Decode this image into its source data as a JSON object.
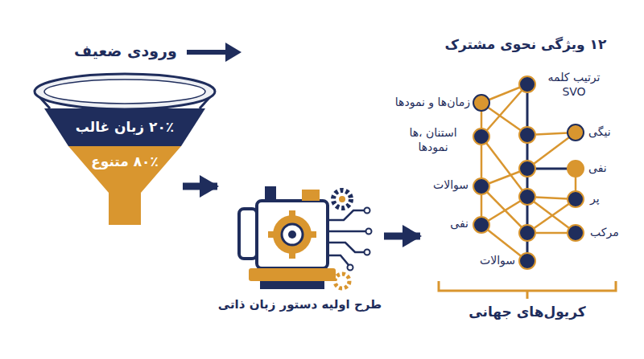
{
  "diagram": {
    "nodes": [
      {
        "text": [
          "۲۰٪ زبان غالب"
        ]
      },
      {
        "text": [
          "۸۰٪ متنوع"
        ]
      },
      {
        "text": [
          "طرح اولیه دستور زبان ذاتی"
        ]
      },
      {
        "text": [
          "۱۲ ویژگی نحوی مشترک"
        ]
      }
    ],
    "edges": [
      {
        "from": 1,
        "to": 2,
        "arrow": "to"
      },
      {
        "from": 2,
        "to": 3,
        "arrow": "to"
      }
    ],
    "labels": [
      "ورودی ضعیف",
      "ترتیب کلمه SVO",
      "زمان‌ها و نمودها",
      "استنان ،ها نمودها",
      "نیگی",
      "نفی",
      "سوالات",
      "پر",
      "نفی",
      "مرکب",
      "سوالات",
      "کریول‌های جهانی"
    ]
  }
}
